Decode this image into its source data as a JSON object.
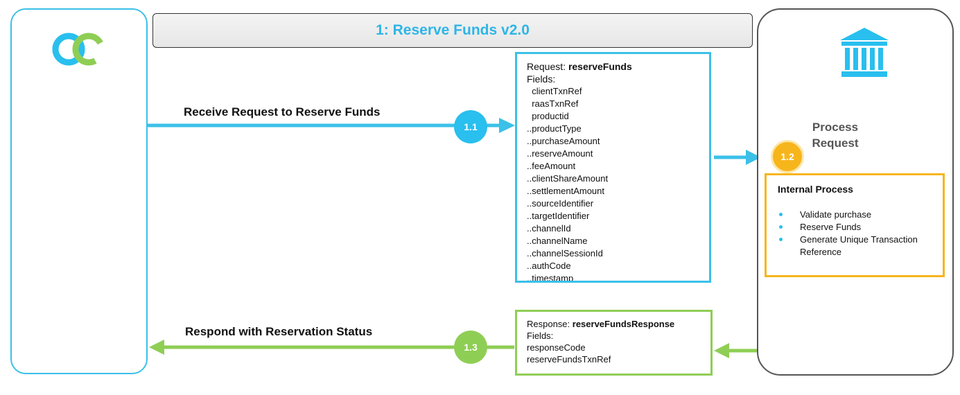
{
  "title": "1: Reserve Funds v2.0",
  "left_panel": {
    "logo_icon": "interlocking-rings-logo-icon"
  },
  "right_panel": {
    "bank_icon": "bank-building-icon"
  },
  "steps": {
    "s1": {
      "number": "1.1",
      "label": "Receive Request to Reserve Funds"
    },
    "s2": {
      "number": "1.2",
      "label": "Process\nRequest"
    },
    "s3": {
      "number": "1.3",
      "label": "Respond with Reservation Status"
    }
  },
  "request": {
    "prefix": "Request: ",
    "name": "reserveFunds",
    "fields_label": "Fields:",
    "fields": [
      "  clientTxnRef",
      "  raasTxnRef",
      "  productid",
      "..productType",
      "..purchaseAmount",
      "..reserveAmount",
      "..feeAmount",
      "..clientShareAmount",
      "..settlementAmount",
      "..sourceIdentifier",
      "..targetIdentifier",
      "..channelId",
      "..channelName",
      "..channelSessionId",
      "..authCode",
      "..timestamp"
    ]
  },
  "response": {
    "prefix": "Response: ",
    "name": "reserveFundsResponse",
    "fields_label": "Fields:",
    "fields": [
      "responseCode",
      "reserveFundsTxnRef"
    ]
  },
  "internal": {
    "title": "Internal Process",
    "items": [
      "Validate purchase",
      "Reserve Funds",
      "Generate Unique Transaction Reference"
    ]
  },
  "colors": {
    "blue": "#29bfee",
    "green": "#8fce55",
    "gold": "#f7b51c",
    "gray": "#555555"
  }
}
